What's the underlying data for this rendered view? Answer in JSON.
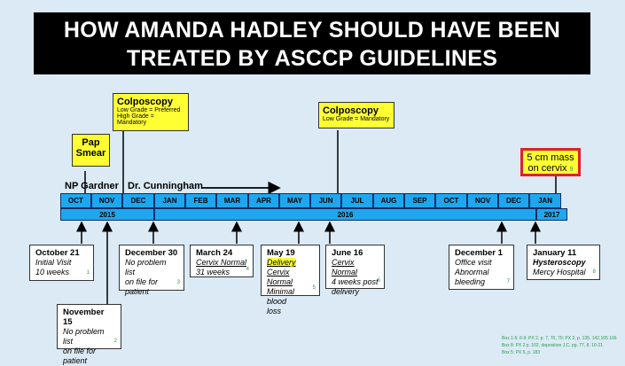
{
  "title": {
    "line1": "HOW AMANDA HADLEY SHOULD HAVE BEEN",
    "line2": "TREATED BY ASCCP GUIDELINES"
  },
  "callouts": {
    "pap": {
      "line1": "Pap",
      "line2": "Smear"
    },
    "colpo1": {
      "title": "Colposcopy",
      "line1": "Low Grade = Preferred",
      "line2": "High Grade = Mandatory"
    },
    "colpo2": {
      "title": "Colposcopy",
      "line1": "Low Grade = Mandatory"
    },
    "mass": {
      "line1": "5 cm mass",
      "line2": "on cervix",
      "ref": "9"
    }
  },
  "timeline": {
    "label_gardner": "NP Gardner",
    "label_cunningham": "Dr. Cunningham",
    "months": [
      "OCT",
      "NOV",
      "DEC",
      "JAN",
      "FEB",
      "MAR",
      "APR",
      "MAY",
      "JUN",
      "JUL",
      "AUG",
      "SEP",
      "OCT",
      "NOV",
      "DEC",
      "JAN"
    ],
    "years": [
      "2015",
      "2016",
      "2017"
    ]
  },
  "events": {
    "oct21": {
      "date": "October 21",
      "l1": "Initial Visit",
      "l2": "10 weeks",
      "ref": "1"
    },
    "nov15": {
      "date": "November 15",
      "l1": "No problem list",
      "l2": "on file for",
      "l3": "patient",
      "ref": "2"
    },
    "dec30": {
      "date": "December 30",
      "l1": "No problem list",
      "l2": "on file for",
      "l3": "patient",
      "ref": "3"
    },
    "mar24": {
      "date": "March 24",
      "l1": "Cervix Normal",
      "l2": "31 weeks",
      "ref": "4"
    },
    "may19": {
      "date": "May 19",
      "l1": "Delivery",
      "l2": "Cervix Normal",
      "l3": "Minimal blood",
      "l4": "loss",
      "ref": "5"
    },
    "jun16": {
      "date": "June 16",
      "l1": "Cervix Normal",
      "l2": "4 weeks post",
      "l3": "delivery",
      "ref": "6"
    },
    "dec1": {
      "date": "December 1",
      "l1": "Office visit",
      "l2": "Abnormal",
      "l3": "bleeding",
      "ref": "7"
    },
    "jan11": {
      "date": "January 11",
      "l1": "Hysteroscopy",
      "l2": "Mercy Hospital",
      "ref": "8"
    }
  },
  "footer": {
    "l1": "Box 1-5; 6-9: PX 2, p. 7, 70, 79; PX 2, p. 135, 142,165 166",
    "l2": "Box 8: PX 2 p. 102, deposition J.C. pg. 77, 8. 10-21",
    "l3": "Box 5: PX 5, p. 183"
  },
  "colors": {
    "bar": "#1ea7ee",
    "callout": "#ffff33",
    "background": "#dbeaf5",
    "mass_border": "#e0202a"
  }
}
